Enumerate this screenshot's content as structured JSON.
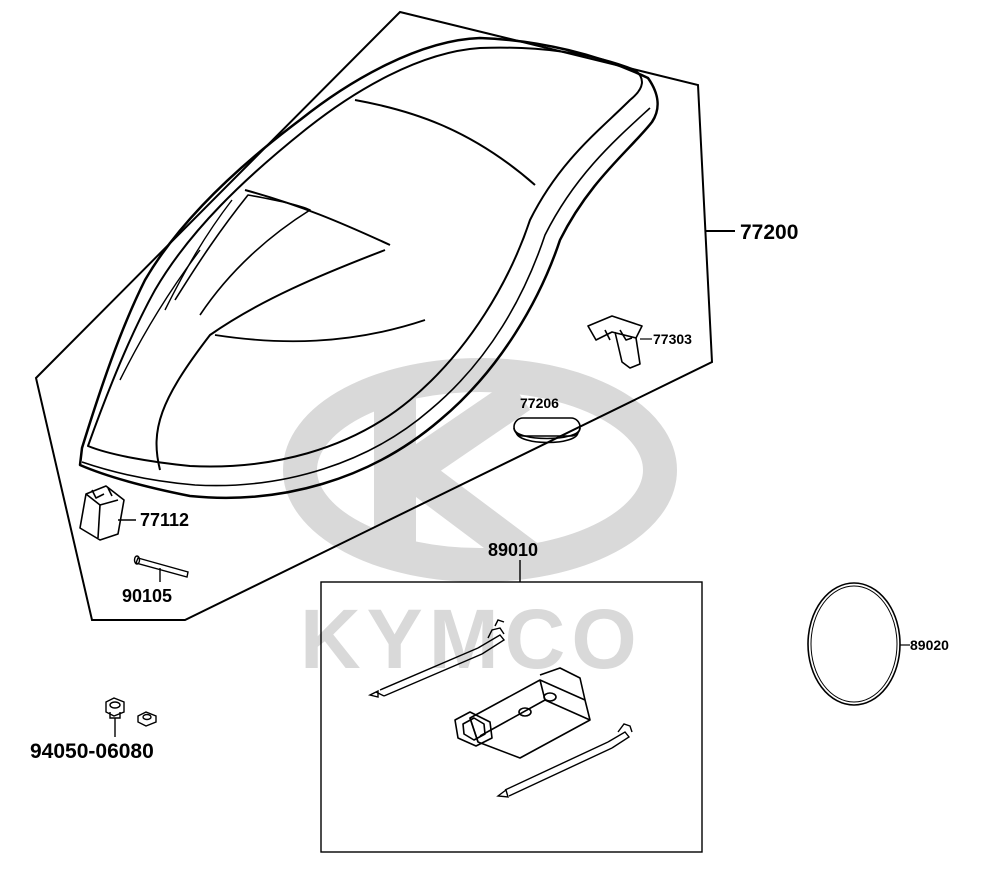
{
  "watermark": {
    "brand": "KYMCO",
    "color": "#d9d9d9"
  },
  "parts": [
    {
      "id": "seat",
      "number": "77200"
    },
    {
      "id": "bracket",
      "number": "77303"
    },
    {
      "id": "rubber-pad",
      "number": "77206"
    },
    {
      "id": "seat-hook",
      "number": "77112"
    },
    {
      "id": "pin",
      "number": "90105"
    },
    {
      "id": "tool-kit",
      "number": "89010"
    },
    {
      "id": "band",
      "number": "89020"
    },
    {
      "id": "nut",
      "number": "94050-06080"
    }
  ],
  "colors": {
    "line": "#000000",
    "background": "#ffffff"
  }
}
